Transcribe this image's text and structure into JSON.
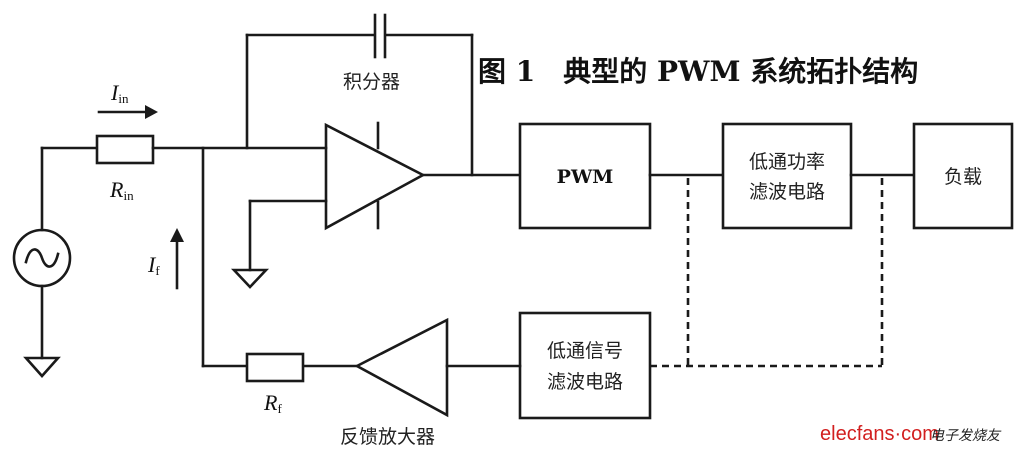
{
  "figure": {
    "title": "图 1　典型的 PWM 系统拓扑结构",
    "watermark": {
      "brand": "elecfans",
      "dot": "·",
      "suffix": "com",
      "cn": "电子发烧友",
      "brand_color": "#d21f1f"
    }
  },
  "components": {
    "source": {
      "icon": "ac-source-icon"
    },
    "r_in": {
      "label": "R",
      "sub": "in"
    },
    "i_in": {
      "label": "I",
      "sub": "in"
    },
    "i_f": {
      "label": "I",
      "sub": "f"
    },
    "r_f": {
      "label": "R",
      "sub": "f"
    },
    "integrator": {
      "label": "积分器"
    },
    "pwm": {
      "label": "PWM"
    },
    "power_filter": {
      "line1": "低通功率",
      "line2": "滤波电路"
    },
    "load": {
      "label": "负载"
    },
    "signal_filter": {
      "line1": "低通信号",
      "line2": "滤波电路"
    },
    "feedback_amp": {
      "label": "反馈放大器"
    }
  }
}
